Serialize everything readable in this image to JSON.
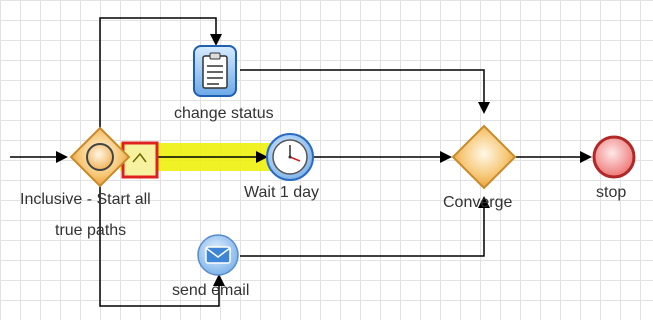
{
  "nodes": {
    "change_status": "change status",
    "inclusive_line1": "Inclusive - Start all",
    "inclusive_line2": "true paths",
    "wait": "Wait 1 day",
    "converge": "Converge",
    "stop": "stop",
    "send_email": "send email"
  },
  "colors": {
    "gateway": "#f0a030",
    "selection": "#e02020",
    "highlight": "#eef000",
    "stop": "#e04040",
    "task": "#3a7fd0"
  },
  "icons": {
    "task": "clipboard-list-icon",
    "timer": "clock-icon",
    "message": "envelope-icon",
    "start": "circle-icon",
    "end": "circle-icon"
  }
}
